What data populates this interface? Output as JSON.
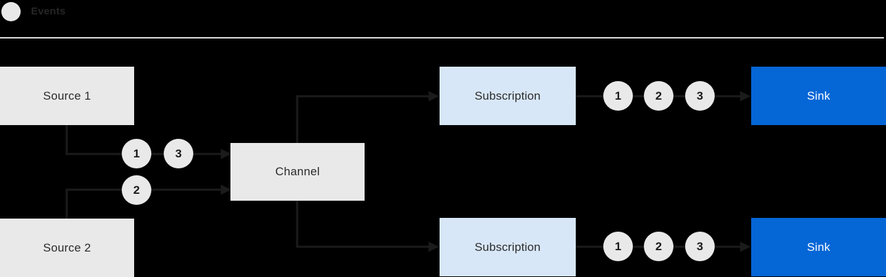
{
  "colors": {
    "background": "#000000",
    "box_gray": "#e9e9e9",
    "box_blue_light": "#d8e7f8",
    "box_blue": "#0566d6",
    "line": "#1b1b1b",
    "divider": "#dfdfdf",
    "text_dark": "#2b2b2b",
    "text_light": "#ffffff",
    "circle_fill": "#e9e9e9",
    "circle_text": "#1b1b1b",
    "legend_text": "#262626"
  },
  "legend": {
    "label": "Events"
  },
  "nodes": {
    "source1": {
      "label": "Source 1"
    },
    "source2": {
      "label": "Source 2"
    },
    "channel": {
      "label": "Channel"
    },
    "subscription_top": {
      "label": "Subscription"
    },
    "subscription_bottom": {
      "label": "Subscription"
    },
    "sink_top": {
      "label": "Sink"
    },
    "sink_bottom": {
      "label": "Sink"
    }
  },
  "event_markers": {
    "source1_to_channel": [
      "1",
      "3"
    ],
    "source2_to_channel": [
      "2"
    ],
    "subscription_top_to_sink": [
      "1",
      "2",
      "3"
    ],
    "subscription_bottom_to_sink": [
      "1",
      "2",
      "3"
    ]
  }
}
